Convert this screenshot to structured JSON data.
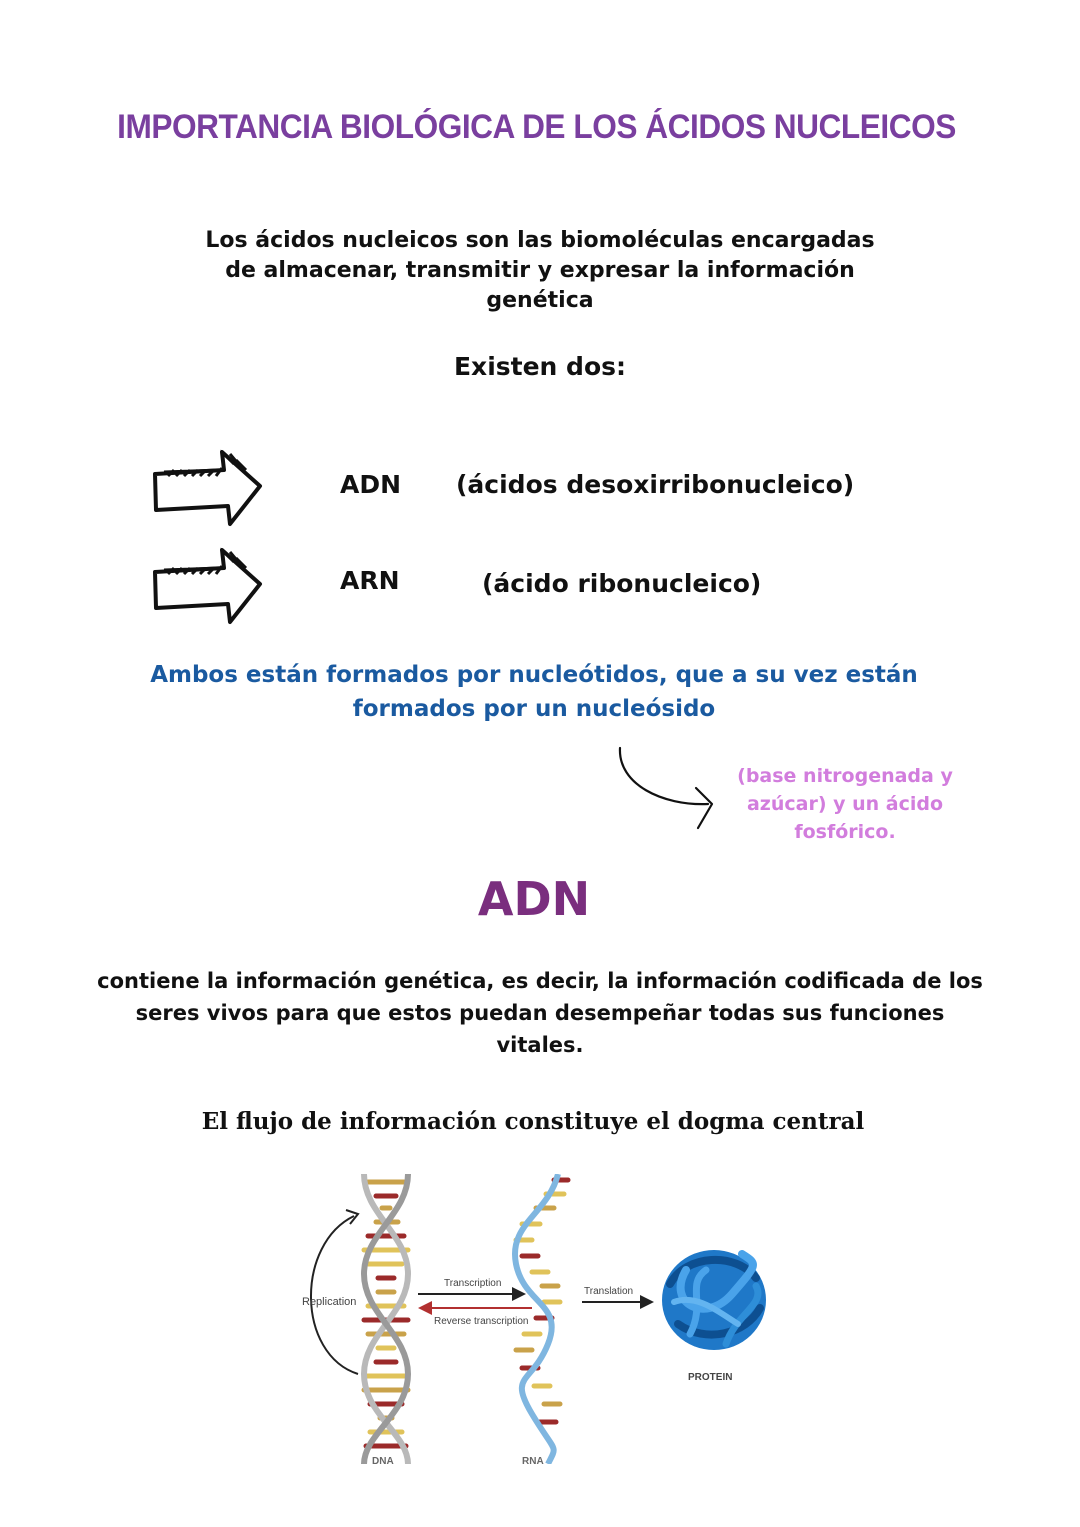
{
  "title": "IMPORTANCIA BIOLÓGICA DE LOS ÁCIDOS NUCLEICOS",
  "intro": {
    "line1": "Los ácidos nucleicos son las biomoléculas encargadas",
    "line2": "de almacenar, transmitir y  expresar la información",
    "line3": "genética"
  },
  "existen": "Existen dos:",
  "types": [
    {
      "abbr": "ADN",
      "full": "(ácidos desoxirribonucleico)"
    },
    {
      "abbr": "ARN",
      "full": "(ácido ribonucleico)"
    }
  ],
  "nucleotides": {
    "line1": "Ambos están  formados por nucleótidos, que a su vez están",
    "line2": "formados por un nucleósido"
  },
  "side_note": {
    "line1": "(base  nitrogenada y",
    "line2": "azúcar) y un ácido",
    "line3": "fosfórico."
  },
  "adn_section": {
    "heading": "ADN",
    "line1": "contiene la información genética, es decir, la  información codificada de los",
    "line2": "seres vivos para que estos puedan desempeñar todas  sus funciones vitales."
  },
  "flow_heading": "El flujo de información  constituye el dogma central",
  "diagram": {
    "replication": "Replication",
    "transcription": "Transcription",
    "reverse_transcription": "Reverse transcription",
    "translation": "Translation",
    "protein": "PROTEIN",
    "dna": "DNA",
    "rna": "RNA"
  },
  "colors": {
    "title": "#7a3f9f",
    "blue_text": "#1a5aa0",
    "pink_text": "#d27ddd",
    "adn_heading": "#7a2e7e",
    "protein": "#1f78c8"
  }
}
